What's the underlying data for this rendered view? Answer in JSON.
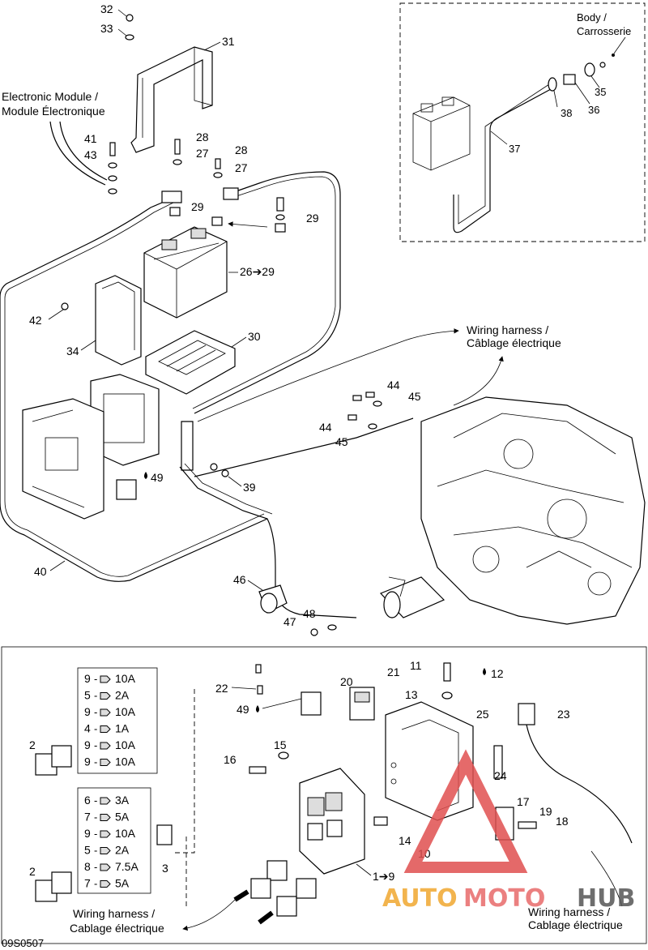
{
  "labels": {
    "electronic_module": [
      "Electronic Module /",
      "Module Électronique"
    ],
    "body": [
      "Body /",
      "Carrosserie"
    ],
    "wiring_harness_top": [
      "Wiring harness /",
      "Câblage électrique"
    ],
    "wiring_harness_bl": [
      "Wiring harness /",
      "Cablage électrique"
    ],
    "wiring_harness_br": [
      "Wiring harness /",
      "Cablage électrique"
    ]
  },
  "callouts": {
    "p32": "32",
    "p33": "33",
    "p31": "31",
    "p41": "41",
    "p43": "43",
    "p28a": "28",
    "p27a": "27",
    "p28b": "28",
    "p27b": "27",
    "p29a": "29",
    "p29b": "29",
    "p26": "26➔29",
    "p42": "42",
    "p34": "34",
    "p30": "30",
    "p44a": "44",
    "p45a": "45",
    "p44b": "44",
    "p45b": "45",
    "p49a": "49",
    "p39": "39",
    "p40": "40",
    "p46": "46",
    "p47": "47",
    "p48": "48",
    "p35": "35",
    "p36": "36",
    "p38": "38",
    "p37": "37",
    "p11": "11",
    "p12": "12",
    "p13": "13",
    "p20": "20",
    "p21": "21",
    "p22": "22",
    "p49b": "49",
    "p25": "25",
    "p23": "23",
    "p15": "15",
    "p16": "16",
    "p24": "24",
    "p17": "17",
    "p19": "19",
    "p18": "18",
    "p14": "14",
    "p10": "10",
    "p1to9": "1➔9",
    "p2a": "2",
    "p2b": "2",
    "p3": "3"
  },
  "fuse_table_1": [
    {
      "pos": "9",
      "rating": "10A"
    },
    {
      "pos": "5",
      "rating": "2A"
    },
    {
      "pos": "9",
      "rating": "10A"
    },
    {
      "pos": "4",
      "rating": "1A"
    },
    {
      "pos": "9",
      "rating": "10A"
    },
    {
      "pos": "9",
      "rating": "10A"
    }
  ],
  "fuse_table_2": [
    {
      "pos": "6",
      "rating": "3A"
    },
    {
      "pos": "7",
      "rating": "5A"
    },
    {
      "pos": "9",
      "rating": "10A"
    },
    {
      "pos": "5",
      "rating": "2A"
    },
    {
      "pos": "8",
      "rating": "7.5A"
    },
    {
      "pos": "7",
      "rating": "5A"
    }
  ],
  "watermark": {
    "auto": "AUTO",
    "moto": "MOTO",
    "hub": "HUB",
    "colors": {
      "auto": "#f0a830",
      "moto": "#e86a6a",
      "hub": "#555555",
      "triangle": "#e05050"
    }
  },
  "figure_code": "09S0507",
  "icons": {
    "drop": "oil-drop-icon",
    "arrow": "arrow-icon"
  }
}
